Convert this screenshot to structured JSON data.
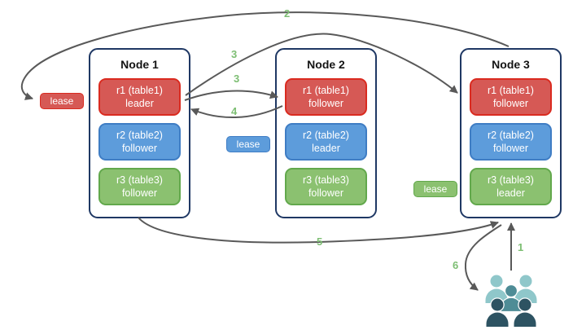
{
  "diagram": {
    "nodes": [
      {
        "title": "Node 1",
        "replicas": [
          {
            "name": "r1 (table1)",
            "role": "leader",
            "color": "#d65955"
          },
          {
            "name": "r2 (table2)",
            "role": "follower",
            "color": "#5d9cdb"
          },
          {
            "name": "r3 (table3)",
            "role": "follower",
            "color": "#8bc170"
          }
        ]
      },
      {
        "title": "Node 2",
        "replicas": [
          {
            "name": "r1 (table1)",
            "role": "follower",
            "color": "#d65955"
          },
          {
            "name": "r2 (table2)",
            "role": "leader",
            "color": "#5d9cdb"
          },
          {
            "name": "r3 (table3)",
            "role": "follower",
            "color": "#8bc170"
          }
        ]
      },
      {
        "title": "Node 3",
        "replicas": [
          {
            "name": "r1 (table1)",
            "role": "follower",
            "color": "#d65955"
          },
          {
            "name": "r2 (table2)",
            "role": "follower",
            "color": "#5d9cdb"
          },
          {
            "name": "r3 (table3)",
            "role": "leader",
            "color": "#8bc170"
          }
        ]
      }
    ],
    "leases": [
      {
        "label": "lease",
        "color": "#d65955"
      },
      {
        "label": "lease",
        "color": "#5d9cdb"
      },
      {
        "label": "lease",
        "color": "#8bc170"
      }
    ],
    "steps": {
      "s1": "1",
      "s2": "2",
      "s3a": "3",
      "s3b": "3",
      "s4": "4",
      "s5": "5",
      "s6": "6"
    },
    "icons": {
      "users": "users-group-icon"
    },
    "colors": {
      "node_border": "#1f3864",
      "arrow": "#595959",
      "step_label": "#7dbe73",
      "red_fill": "#d65955",
      "red_border": "#da2b20",
      "blue_fill": "#5d9cdb",
      "blue_border": "#3f7dc4",
      "green_fill": "#8bc170",
      "green_border": "#62a84c",
      "users_light": "#8fc7ca",
      "users_mid": "#4e8c96",
      "users_dark": "#2d5362"
    }
  }
}
